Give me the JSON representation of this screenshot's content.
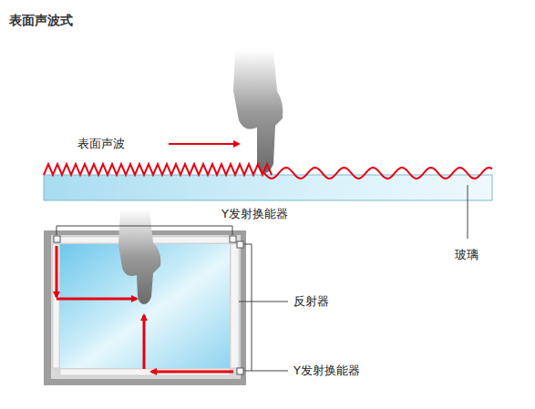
{
  "diagram": {
    "title": "表面声波式",
    "labels": [
      "表面声波",
      "Y发射换能器",
      "玻璃",
      "反射器",
      "Y发射换能器"
    ]
  }
}
